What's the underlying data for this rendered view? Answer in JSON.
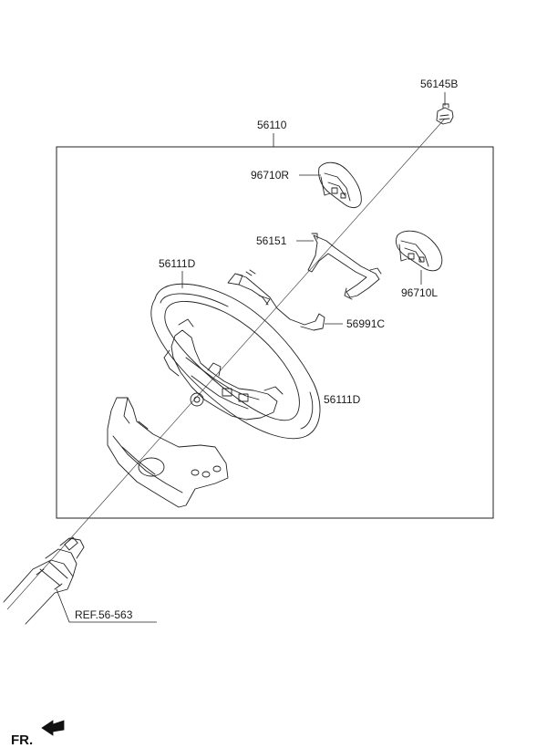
{
  "diagram": {
    "labels": {
      "bolt": "56145B",
      "assembly": "56110",
      "switch_right": "96710R",
      "bracket": "56151",
      "switch_left": "96710L",
      "wheel_top": "56111D",
      "wire": "56991C",
      "wheel_side": "56111D",
      "reference": "REF.56-563",
      "front": "FR."
    },
    "colors": {
      "line": "#222222",
      "background": "#ffffff"
    }
  }
}
